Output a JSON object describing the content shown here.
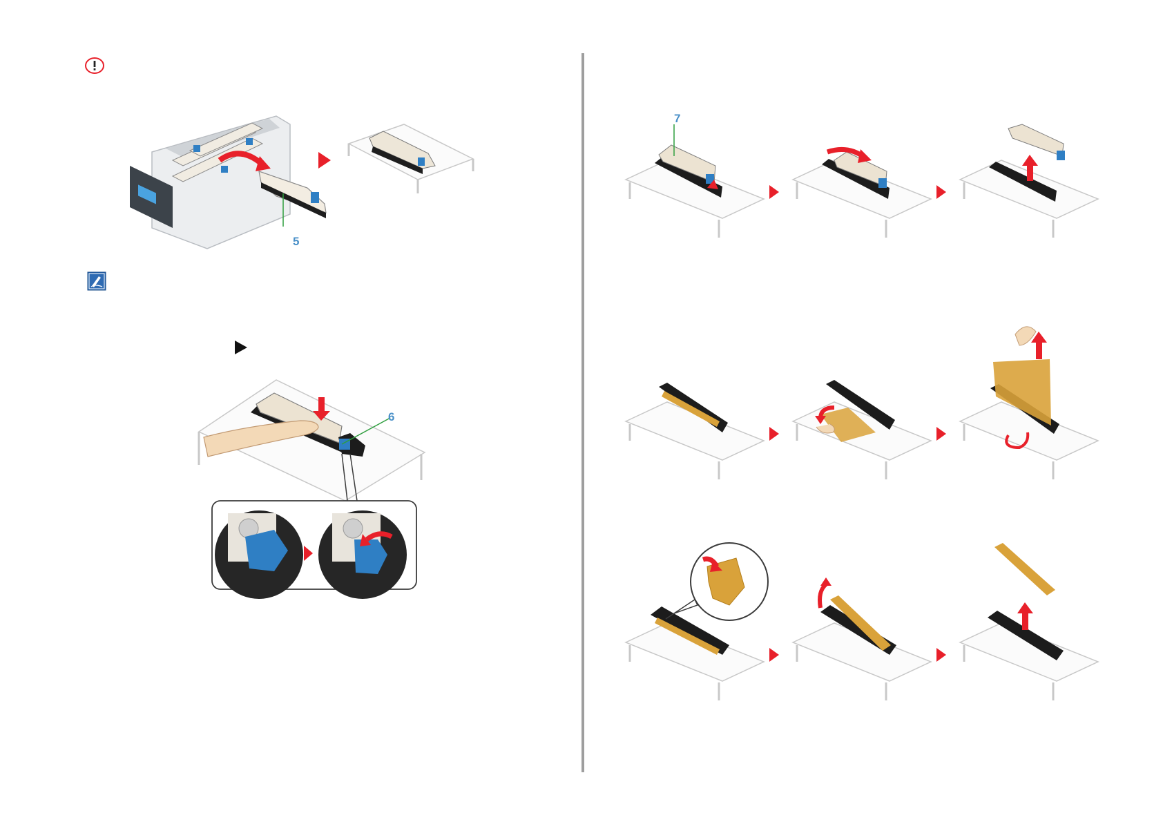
{
  "callouts": {
    "drum_unit": "5",
    "toner_lever": "6",
    "toner_cartridge": "7"
  },
  "colors": {
    "callout_number": "#4a90c8",
    "leader_line": "#2e9e3e",
    "action_arrow": "#e8202a",
    "step_arrow": "#e8202a",
    "cartridge_blue": "#2f7fc4",
    "protective_sheet": "#d9a23a",
    "page_divider": "#9e9e9e"
  },
  "icons": {
    "notice": "exclamation-circle-icon",
    "memo": "pen-memo-icon",
    "next": "play-triangle-icon"
  }
}
